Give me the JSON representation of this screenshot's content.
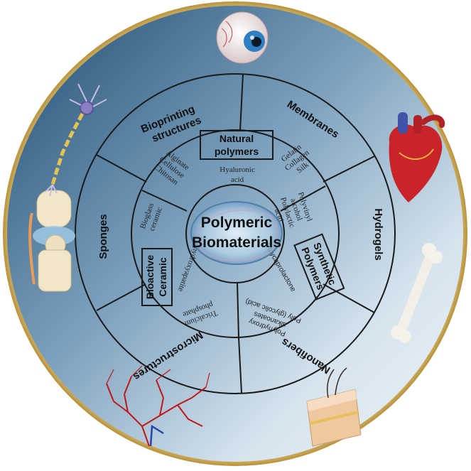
{
  "center": {
    "title_line1": "Polymeric",
    "title_line2": "Biomaterials"
  },
  "outer_ring": [
    "Bioprinting structures",
    "Membranes",
    "Hydrogels",
    "Nanofibers",
    "Microstructures",
    "Sponges"
  ],
  "natural_polymers": {
    "title_line1": "Natural",
    "title_line2": "polymers",
    "items_left": [
      "Alginate",
      "Cellulose",
      "Chitosan"
    ],
    "items_right": [
      "Gelatin",
      "Collagen",
      "Silk"
    ],
    "items_bottom": [
      "Hyaluronic",
      "acid"
    ]
  },
  "synthetic_polymers": {
    "title_line1": "Synthetic",
    "title_line2": "Polymers",
    "items_top": [
      "Polyvinyl",
      "alcohol",
      "Polylactic",
      "acid"
    ],
    "items_side": [
      "Polycaprolactone"
    ],
    "items_bottom": [
      "Polyhydroxy",
      "alkanoates",
      "Poly (glycolic acid)"
    ]
  },
  "bioactive_ceramic": {
    "title_line1": "Bioactive",
    "title_line2": "Ceramic",
    "items": [
      "Bioglass",
      "ceramic",
      "hydroxyapatite",
      "Tricalcium",
      "phosphate"
    ]
  },
  "colors": {
    "ring_dark": "#1f4d73",
    "ring_light": "#d6e4ee",
    "border_gold": "#c8a24a",
    "line": "#1a1a1a"
  },
  "icons": [
    "eye-icon",
    "heart-icon",
    "bone-icon",
    "skin-icon",
    "vasculature-icon",
    "knee-joint-icon",
    "neuron-icon",
    "lens-icon"
  ]
}
